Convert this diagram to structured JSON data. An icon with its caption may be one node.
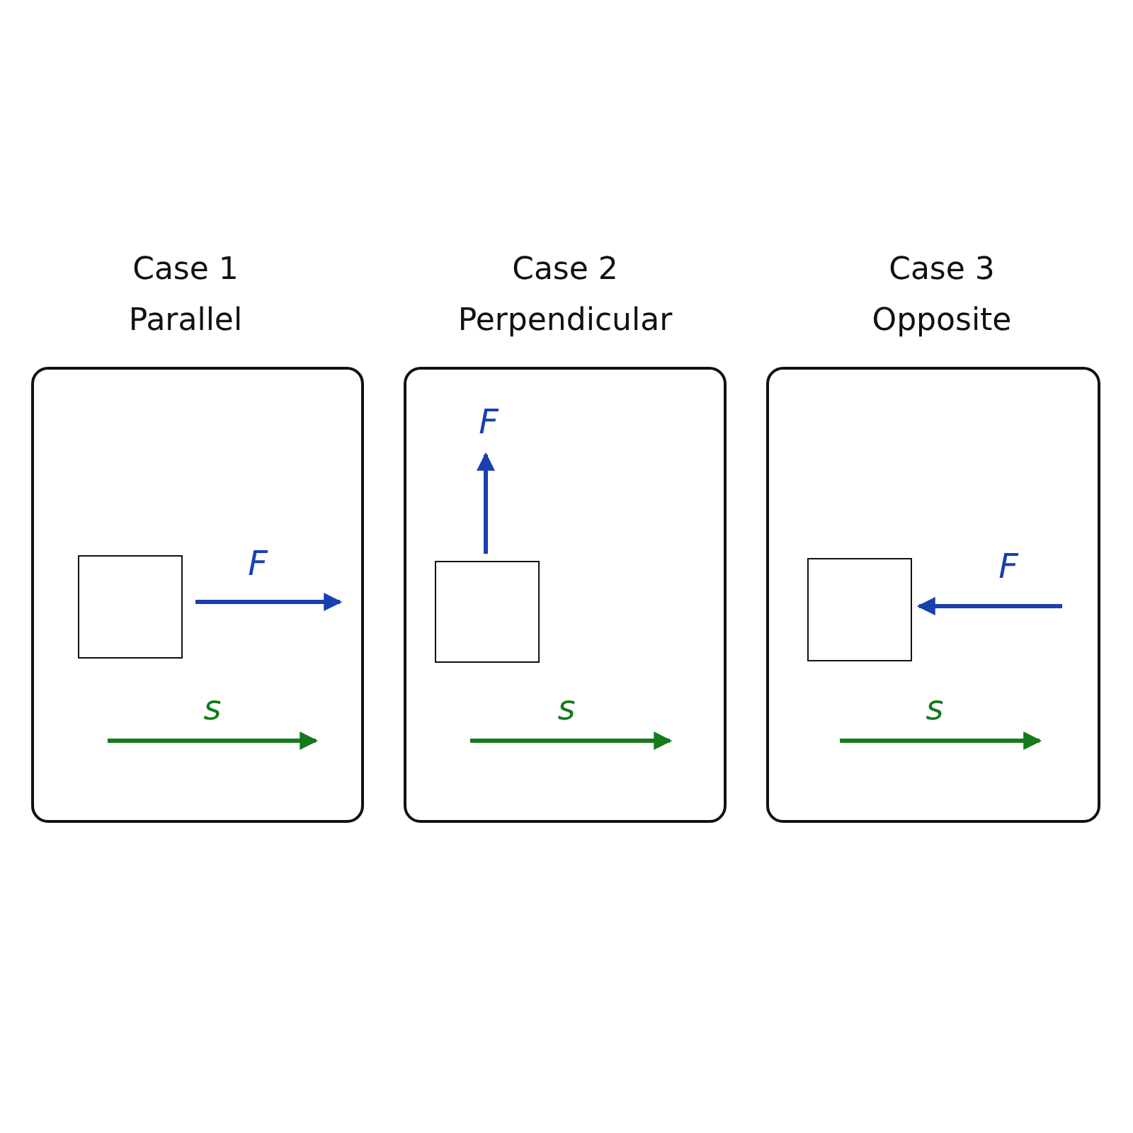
{
  "diagram": {
    "nodes": [
      {
        "text": [
          "Case 1",
          "Parallel"
        ]
      },
      {
        "text": [],
        "shape": "box",
        "in": 0
      },
      {
        "text": [
          "Case 2",
          "Perpendicular"
        ]
      },
      {
        "text": [],
        "shape": "box",
        "in": 2
      },
      {
        "text": [
          "Case 3",
          "Opposite"
        ]
      },
      {
        "text": [],
        "shape": "box",
        "in": 4
      }
    ],
    "edges": [],
    "labels": [
      "F",
      "s",
      "F",
      "s",
      "F",
      "s"
    ]
  }
}
